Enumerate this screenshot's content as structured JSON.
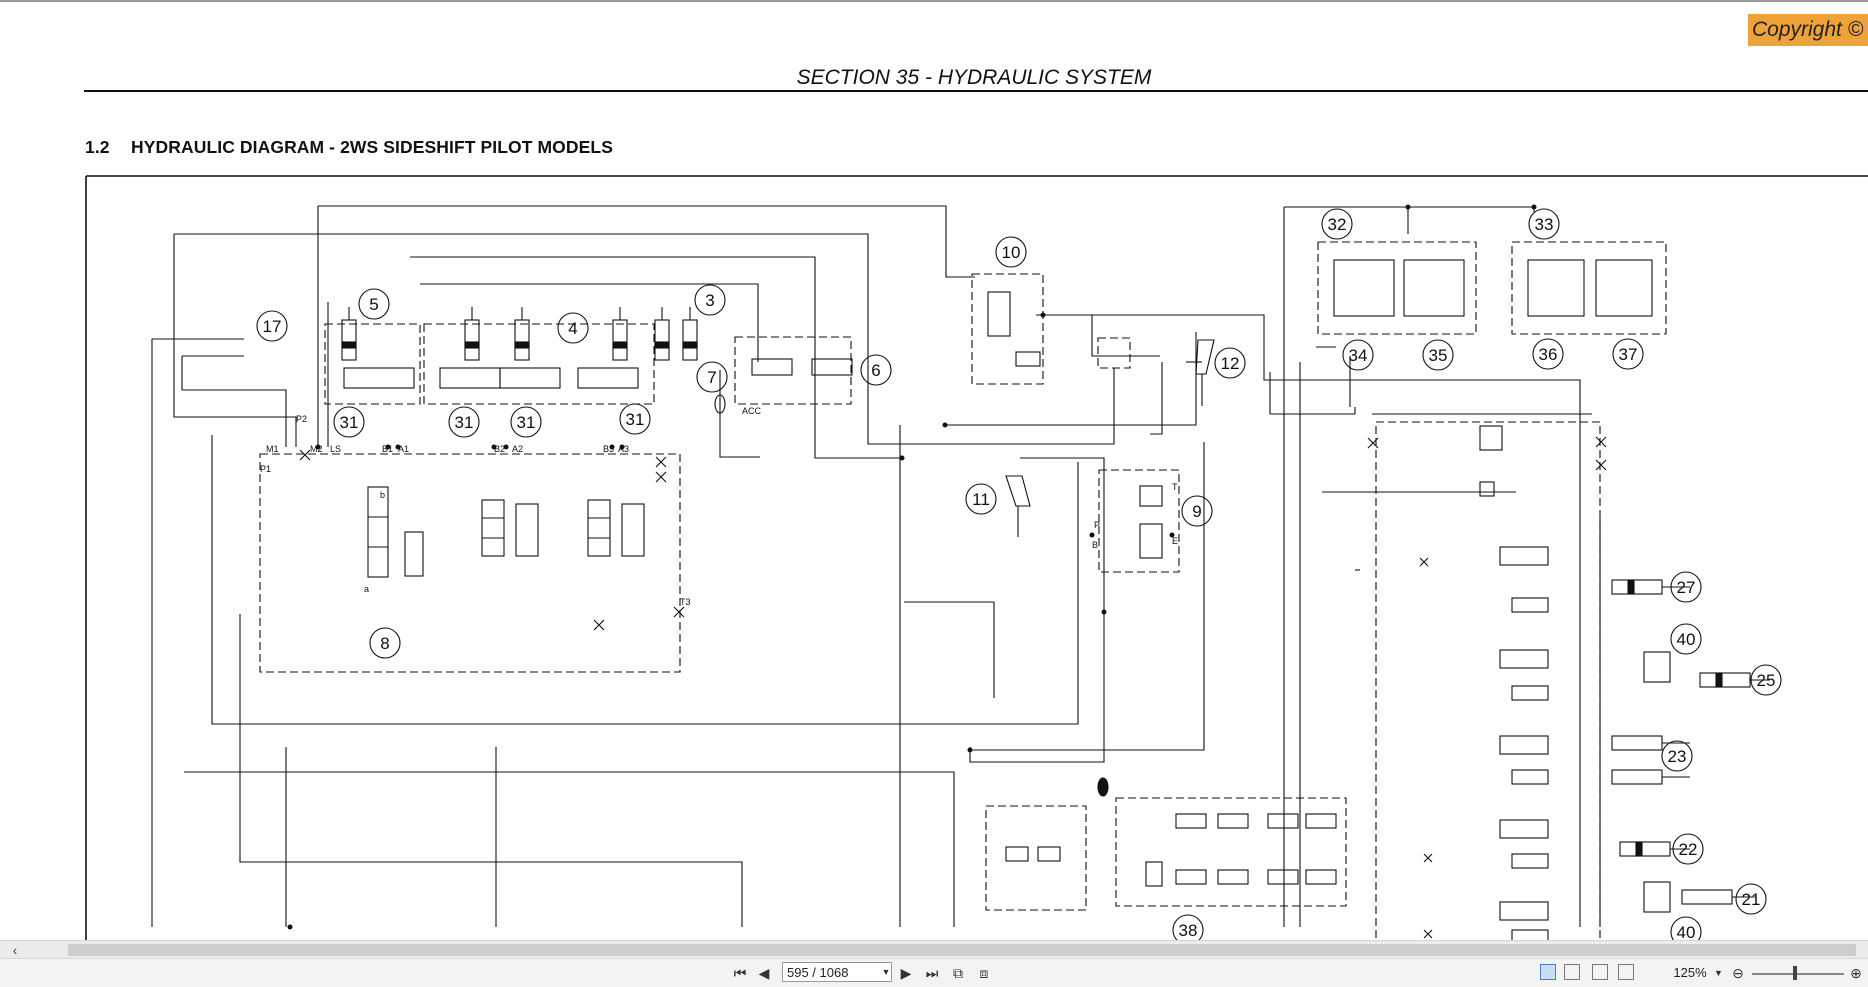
{
  "document": {
    "copyright": "Copyright ©",
    "section_title": "SECTION 35 - HYDRAULIC SYSTEM",
    "heading_number": "1.2",
    "heading_text": "HYDRAULIC DIAGRAM - 2WS SIDESHIFT PILOT MODELS"
  },
  "diagram": {
    "component_callouts": [
      "3",
      "4",
      "5",
      "6",
      "7",
      "8",
      "9",
      "10",
      "11",
      "12",
      "17",
      "21",
      "22",
      "23",
      "25",
      "27",
      "31",
      "31",
      "31",
      "31",
      "32",
      "33",
      "34",
      "35",
      "36",
      "37",
      "38",
      "40",
      "40"
    ],
    "port_labels": [
      "P2",
      "M1",
      "M2",
      "LS",
      "B1",
      "A1",
      "B2",
      "A2",
      "B3",
      "A3",
      "P1",
      "T3",
      "P",
      "B",
      "E",
      "T",
      "a",
      "b",
      "ACC"
    ]
  },
  "toolbar": {
    "page_value": "595 / 1068",
    "zoom_level": "125%",
    "icons": [
      "first-page-icon",
      "prev-page-icon",
      "next-page-icon",
      "last-page-icon",
      "fit-page-icon",
      "fit-width-icon",
      "single-page-icon",
      "continuous-icon",
      "two-page-icon",
      "two-page-continuous-icon",
      "zoom-out-icon",
      "zoom-in-icon"
    ]
  },
  "colors": {
    "copyright_bg": "#f0a23a",
    "ink": "#111111",
    "toolbar_bg": "#f3f3f3"
  }
}
